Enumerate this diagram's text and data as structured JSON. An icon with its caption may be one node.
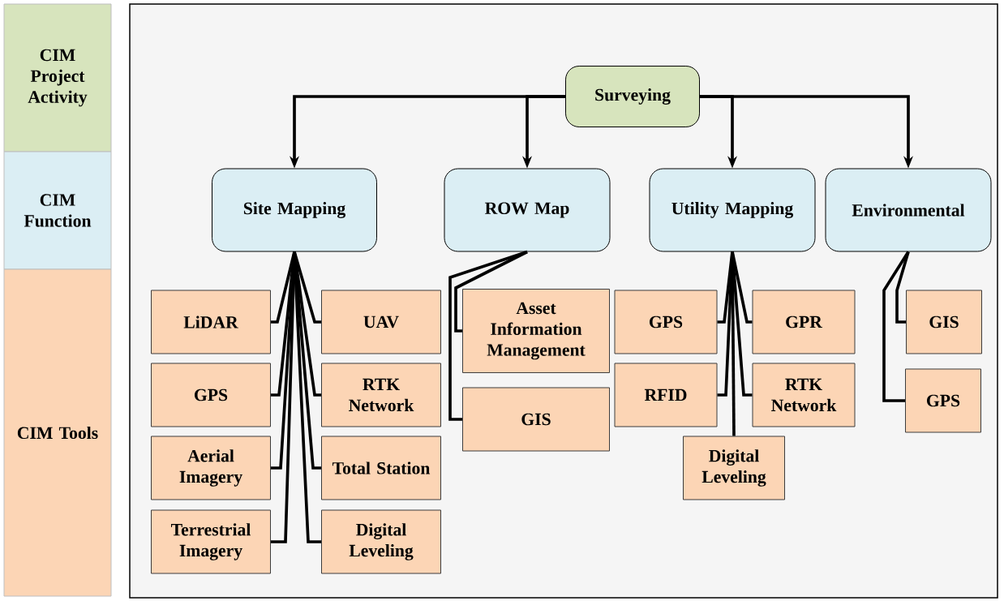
{
  "diagram": {
    "nodes": [
      {
        "text": [
          "CIM Project Activity"
        ]
      },
      {
        "text": [
          "CIM Function"
        ]
      },
      {
        "text": [
          "CIM Tools"
        ]
      },
      {
        "text": [
          "Surveying"
        ]
      },
      {
        "text": [
          "Site Mapping"
        ]
      },
      {
        "text": [
          "ROW Map"
        ]
      },
      {
        "text": [
          "Utility Mapping"
        ]
      },
      {
        "text": [
          "Environmental"
        ]
      },
      {
        "text": [
          "LiDAR"
        ]
      },
      {
        "text": [
          "UAV"
        ]
      },
      {
        "text": [
          "GPS"
        ]
      },
      {
        "text": [
          "RTK Network"
        ]
      },
      {
        "text": [
          "Aerial Imagery"
        ]
      },
      {
        "text": [
          "Total Station"
        ]
      },
      {
        "text": [
          "Terrestrial Imagery"
        ]
      },
      {
        "text": [
          "Digital Leveling"
        ]
      },
      {
        "text": [
          "Asset Information Management"
        ]
      },
      {
        "text": [
          "GIS"
        ]
      },
      {
        "text": [
          "GPS"
        ]
      },
      {
        "text": [
          "GPR"
        ]
      },
      {
        "text": [
          "RFID"
        ]
      },
      {
        "text": [
          "RTK Network"
        ]
      },
      {
        "text": [
          "Digital Leveling"
        ]
      },
      {
        "text": [
          "GIS"
        ]
      },
      {
        "text": [
          "GPS"
        ]
      }
    ],
    "edges": [
      {
        "from": 3,
        "to": 4,
        "arrow": "to"
      },
      {
        "from": 3,
        "to": 5,
        "arrow": "to"
      },
      {
        "from": 3,
        "to": 6,
        "arrow": "to"
      },
      {
        "from": 3,
        "to": 7,
        "arrow": "to"
      },
      {
        "from": 4,
        "to": 8,
        "arrow": "none"
      },
      {
        "from": 4,
        "to": 9,
        "arrow": "none"
      },
      {
        "from": 4,
        "to": 10,
        "arrow": "none"
      },
      {
        "from": 4,
        "to": 11,
        "arrow": "none"
      },
      {
        "from": 4,
        "to": 12,
        "arrow": "none"
      },
      {
        "from": 4,
        "to": 13,
        "arrow": "none"
      },
      {
        "from": 4,
        "to": 14,
        "arrow": "none"
      },
      {
        "from": 4,
        "to": 15,
        "arrow": "none"
      },
      {
        "from": 5,
        "to": 16,
        "arrow": "none"
      },
      {
        "from": 5,
        "to": 17,
        "arrow": "none"
      },
      {
        "from": 6,
        "to": 18,
        "arrow": "none"
      },
      {
        "from": 6,
        "to": 19,
        "arrow": "none"
      },
      {
        "from": 6,
        "to": 20,
        "arrow": "none"
      },
      {
        "from": 6,
        "to": 21,
        "arrow": "none"
      },
      {
        "from": 6,
        "to": 22,
        "arrow": "none"
      },
      {
        "from": 7,
        "to": 23,
        "arrow": "none"
      },
      {
        "from": 7,
        "to": 24,
        "arrow": "none"
      }
    ]
  }
}
